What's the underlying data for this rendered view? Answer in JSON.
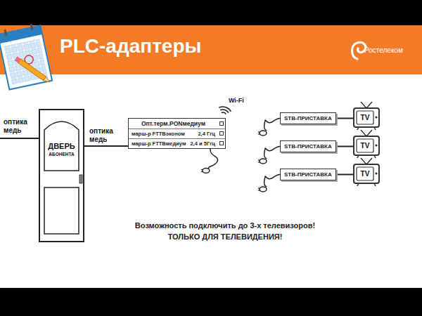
{
  "diagram": {
    "title": "PLC-адаптеры",
    "nodes": [
      {
        "text": [
          "ДВЕРЬ",
          "АБОНЕНТА"
        ]
      },
      {
        "text": [
          "Опт.терм.PONмедиум",
          "марш-р FTTBэконом",
          "2,4 Ггц",
          "марш-р FTTBмедиум",
          "2,4 и 5Ггц"
        ]
      },
      {
        "text": [
          "STB-ПРИСТАВКА"
        ]
      },
      {
        "text": [
          "STB-ПРИСТАВКА"
        ]
      },
      {
        "text": [
          "STB-ПРИСТАВКА"
        ]
      },
      {
        "text": [
          "TV"
        ]
      },
      {
        "text": [
          "TV"
        ]
      },
      {
        "text": [
          "TV"
        ]
      }
    ],
    "edges": [
      {
        "from": 0,
        "to": 1,
        "arrow": "none",
        "label": "оптика медь"
      },
      {
        "from": 2,
        "to": 5,
        "arrow": "none"
      },
      {
        "from": 3,
        "to": 6,
        "arrow": "none"
      },
      {
        "from": 4,
        "to": 7,
        "arrow": "none"
      }
    ],
    "labels": [
      "оптика медь",
      "Wi-Fi",
      "Ростелеком",
      "Возможность подключить до 3-х телевизоров!",
      "ТОЛЬКО ДЛЯ ТЕЛЕВИДЕНИЯ!"
    ]
  }
}
